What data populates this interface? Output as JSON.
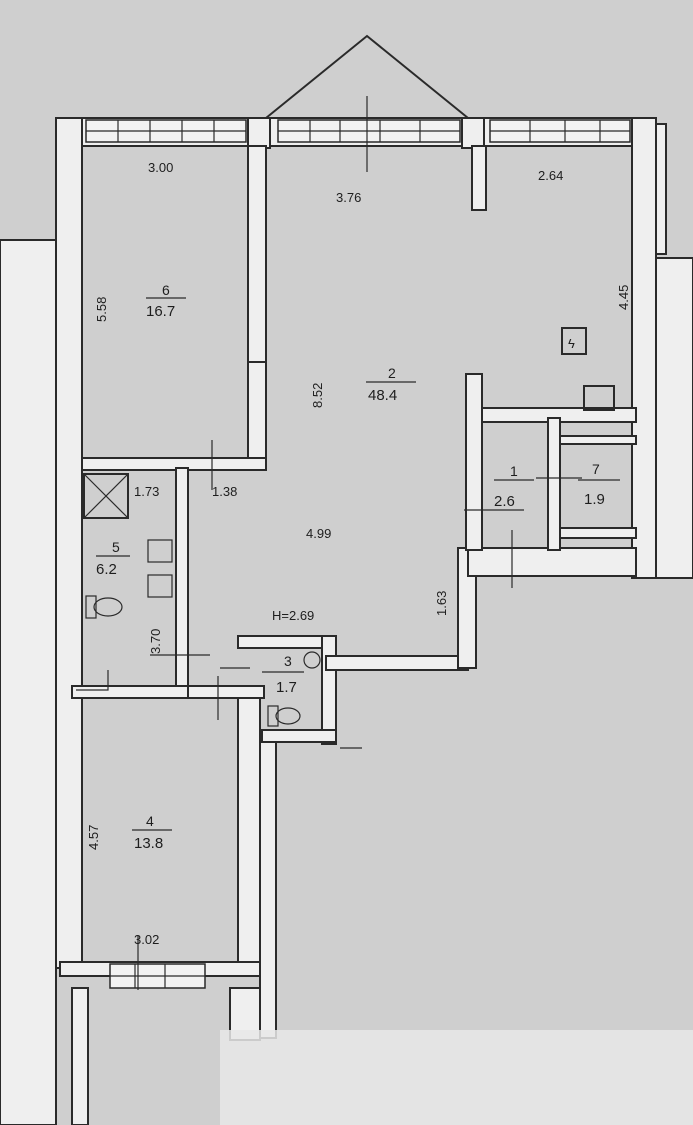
{
  "plan": {
    "height_label": "H=2.69",
    "electric_symbol": "ϟ",
    "rooms": [
      {
        "id": "6",
        "number": "6",
        "area": "16.7"
      },
      {
        "id": "2",
        "number": "2",
        "area": "48.4"
      },
      {
        "id": "1",
        "number": "1",
        "area": "2.6"
      },
      {
        "id": "7",
        "number": "7",
        "area": "1.9"
      },
      {
        "id": "5",
        "number": "5",
        "area": "6.2"
      },
      {
        "id": "3",
        "number": "3",
        "area": "1.7"
      },
      {
        "id": "4",
        "number": "4",
        "area": "13.8"
      }
    ],
    "dimensions": {
      "room6_width": "3.00",
      "room6_height": "5.58",
      "room2_top": "3.76",
      "room2_right_top": "2.64",
      "room2_right": "4.45",
      "room2_height": "8.52",
      "room2_bottom": "4.99",
      "room2_small": "1.63",
      "room5_width": "1.73",
      "room5_gap": "1.38",
      "room5_height": "3.70",
      "room4_height": "4.57",
      "room4_width": "3.02"
    }
  }
}
